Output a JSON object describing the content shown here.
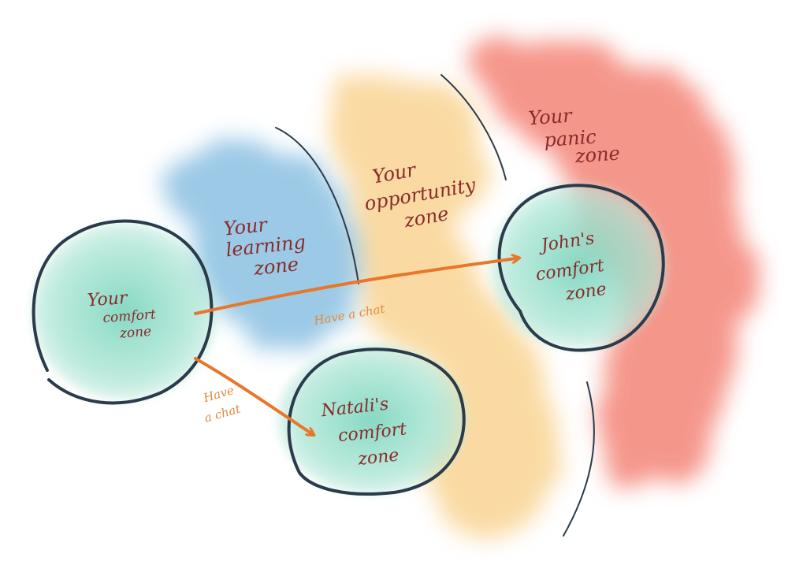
{
  "colors": {
    "learning_wash": "#5aa6d6",
    "opportunity_wash": "#f7c46a",
    "panic_wash": "#f26b5a",
    "comfort_fill": "#7fd6bf",
    "circle_stroke": "#2a3b4c",
    "arrow": "#e8762b",
    "zone_text": "#8a2b2b",
    "chat_text": "#e08a3c"
  },
  "zones": {
    "learning": {
      "line1": "Your",
      "line2": "learning",
      "line3": "zone"
    },
    "opportunity": {
      "line1": "Your",
      "line2": "opportunity",
      "line3": "zone"
    },
    "panic": {
      "line1": "Your",
      "line2": "panic",
      "line3": "zone"
    }
  },
  "circles": {
    "you": {
      "line1": "Your",
      "line2": "comfort",
      "line3": "zone"
    },
    "john": {
      "line1": "John's",
      "line2": "comfort",
      "line3": "zone"
    },
    "natali": {
      "line1": "Natali's",
      "line2": "comfort",
      "line3": "zone"
    }
  },
  "arrows": {
    "to_john": {
      "label": "Have a chat"
    },
    "to_natali": {
      "line1": "Have",
      "line2": "a chat"
    }
  }
}
